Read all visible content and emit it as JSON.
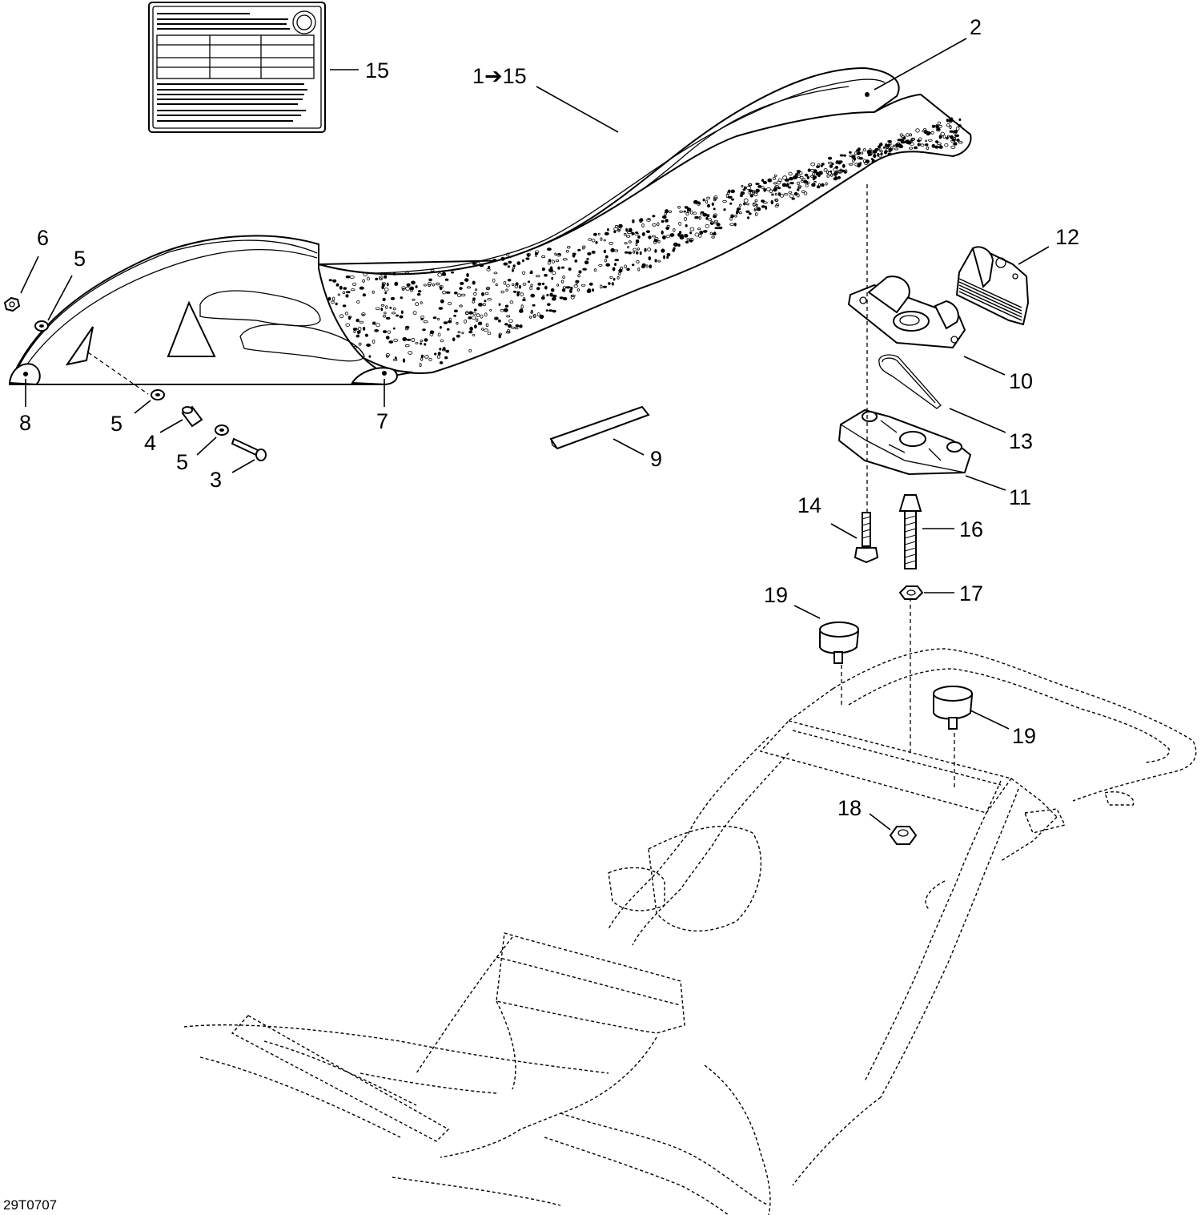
{
  "diagram": {
    "reference_code": "29T0707",
    "callouts": [
      {
        "id": "c1-15",
        "text": "1➔15"
      },
      {
        "id": "c2",
        "text": "2"
      },
      {
        "id": "c3",
        "text": "3"
      },
      {
        "id": "c4",
        "text": "4"
      },
      {
        "id": "c5a",
        "text": "5"
      },
      {
        "id": "c5b",
        "text": "5"
      },
      {
        "id": "c5c",
        "text": "5"
      },
      {
        "id": "c6",
        "text": "6"
      },
      {
        "id": "c7",
        "text": "7"
      },
      {
        "id": "c8",
        "text": "8"
      },
      {
        "id": "c9",
        "text": "9"
      },
      {
        "id": "c10",
        "text": "10"
      },
      {
        "id": "c11",
        "text": "11"
      },
      {
        "id": "c12",
        "text": "12"
      },
      {
        "id": "c13",
        "text": "13"
      },
      {
        "id": "c14",
        "text": "14"
      },
      {
        "id": "c15",
        "text": "15"
      },
      {
        "id": "c16",
        "text": "16"
      },
      {
        "id": "c17",
        "text": "17"
      },
      {
        "id": "c18",
        "text": "18"
      },
      {
        "id": "c19a",
        "text": "19"
      },
      {
        "id": "c19b",
        "text": "19"
      }
    ]
  }
}
